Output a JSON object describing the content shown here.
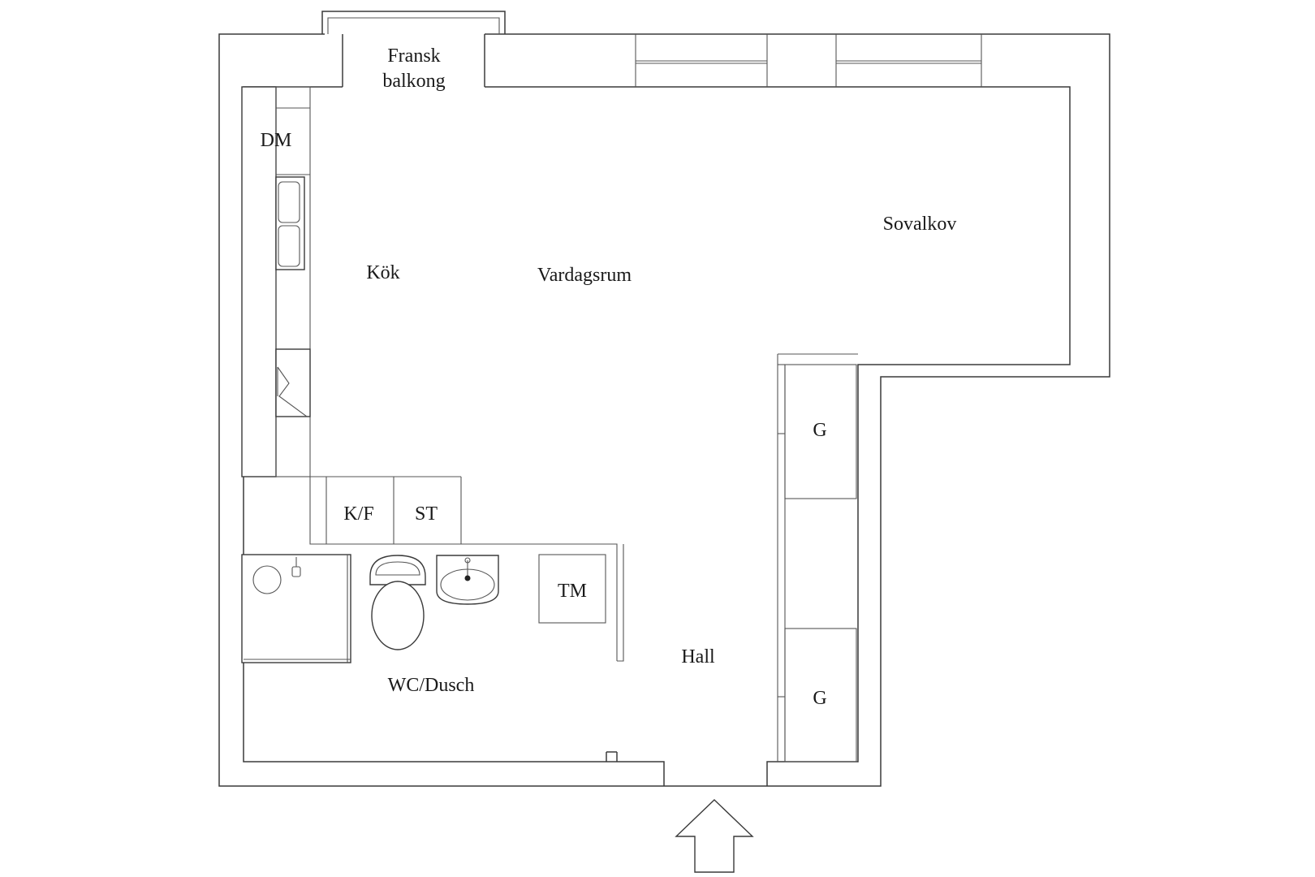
{
  "rooms": {
    "balcony_line1": "Fransk",
    "balcony_line2": "balkong",
    "dishwasher": "DM",
    "kitchen": "Kök",
    "living_room": "Vardagsrum",
    "sleeping_alcove": "Sovalkov",
    "fridge_freezer": "K/F",
    "storage": "ST",
    "washing_machine": "TM",
    "bathroom": "WC/Dusch",
    "hall": "Hall",
    "wardrobe_upper": "G",
    "wardrobe_lower": "G"
  },
  "colors": {
    "line": "#3a3a3a",
    "text": "#1a1a1a",
    "background": "#ffffff"
  },
  "icons": [
    "entrance-arrow-icon",
    "sink-icon",
    "toilet-icon",
    "washbasin-icon",
    "shower-icon",
    "stove-icon"
  ]
}
